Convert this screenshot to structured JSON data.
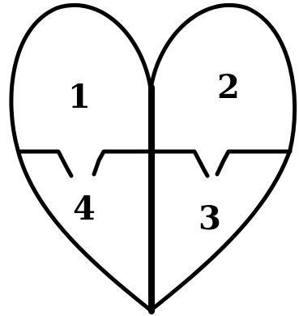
{
  "colors": {
    "background": "#ffffff",
    "stroke": "#000000"
  },
  "regions": [
    {
      "id": "top-left",
      "label": "1"
    },
    {
      "id": "top-right",
      "label": "2"
    },
    {
      "id": "bottom-right",
      "label": "3"
    },
    {
      "id": "bottom-left",
      "label": "4"
    }
  ]
}
